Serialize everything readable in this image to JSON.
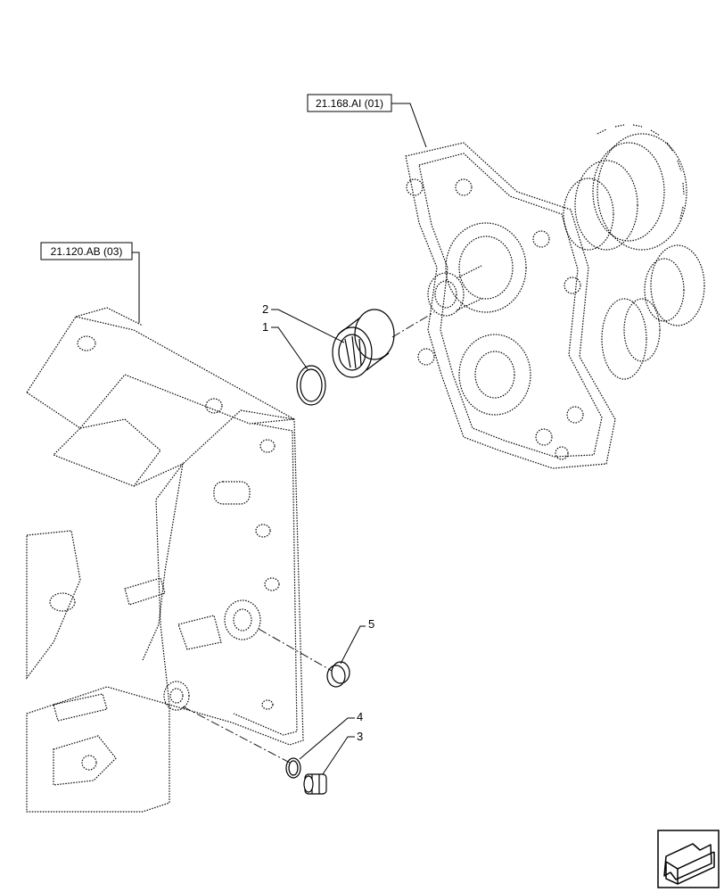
{
  "references": [
    {
      "id": "ref-housing-top",
      "label": "21.168.AI (01)"
    },
    {
      "id": "ref-housing-left",
      "label": "21.120.AB (03)"
    }
  ],
  "callouts": [
    {
      "id": "1",
      "label": "1"
    },
    {
      "id": "2",
      "label": "2"
    },
    {
      "id": "3",
      "label": "3"
    },
    {
      "id": "4",
      "label": "4"
    },
    {
      "id": "5",
      "label": "5"
    }
  ],
  "nav_icon": "previous-page-arrow-icon"
}
